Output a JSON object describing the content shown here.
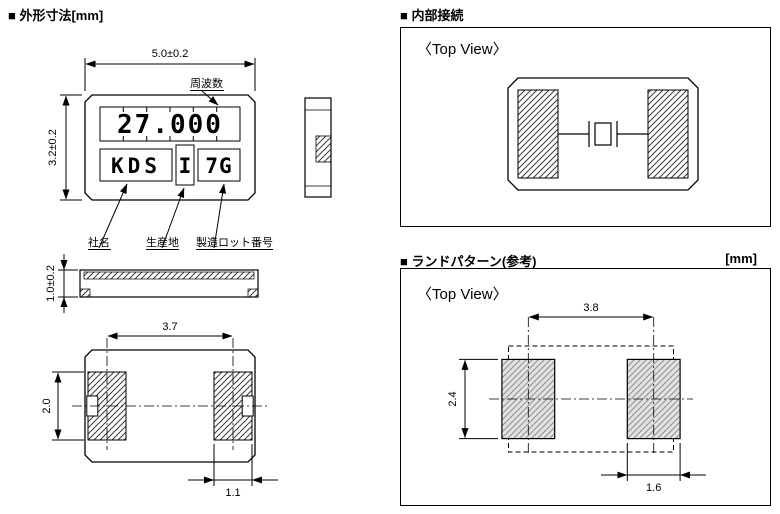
{
  "colors": {
    "line": "#000000",
    "background": "#ffffff",
    "pad_fill": "#e2e2e2"
  },
  "sections": {
    "outline": {
      "title": "■ 外形寸法[mm]"
    },
    "internal": {
      "title": "■ 内部接続",
      "top_view": "〈Top View〉"
    },
    "land": {
      "title": "■ ランドパターン(参考)",
      "unit": "[mm]",
      "top_view": "〈Top View〉"
    }
  },
  "outline_drawing": {
    "marking": {
      "frequency": "27.000",
      "company": "KDS",
      "origin_mark": "I",
      "lot": "7G"
    },
    "callouts": {
      "frequency": "周波数",
      "company": "社名",
      "origin": "生産地",
      "lot": "製造ロット番号"
    },
    "dimensions": {
      "body_width": "5.0±0.2",
      "body_height": "3.2±0.2",
      "body_thickness": "1.0±0.2",
      "pad_pitch": "3.7",
      "pad_height": "2.0",
      "pad_width": "1.1"
    }
  },
  "land_drawing": {
    "dimensions": {
      "pad_pitch": "3.8",
      "pad_height": "2.4",
      "pad_width": "1.6"
    }
  }
}
